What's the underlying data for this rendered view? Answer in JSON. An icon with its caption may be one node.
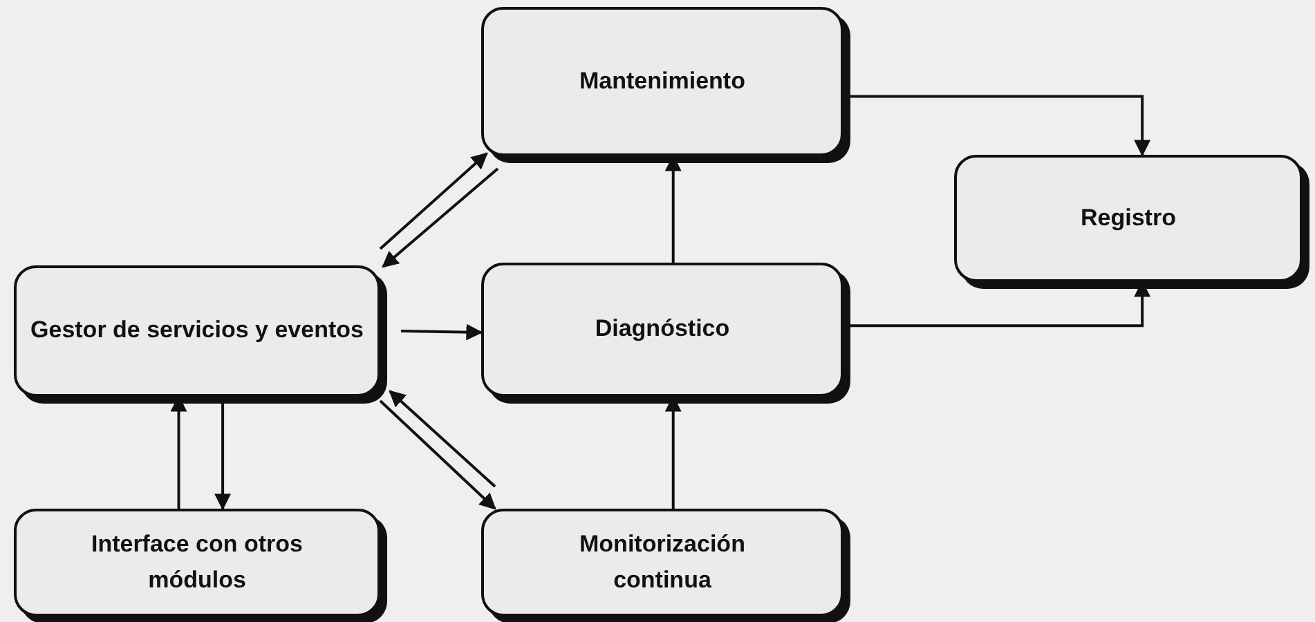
{
  "diagram": {
    "nodes": [
      {
        "text": [
          "Mantenimiento"
        ]
      },
      {
        "text": [
          "Registro"
        ]
      },
      {
        "text": [
          "Gestor de servicios y eventos"
        ]
      },
      {
        "text": [
          "Diagnóstico"
        ]
      },
      {
        "text": [
          "Interface con otros módulos"
        ]
      },
      {
        "text": [
          "Monitorización continua"
        ]
      }
    ],
    "edges": [
      {
        "from": 0,
        "to": 1,
        "arrow": "to"
      },
      {
        "from": 3,
        "to": 1,
        "arrow": "to"
      },
      {
        "from": 3,
        "to": 0,
        "arrow": "to"
      },
      {
        "from": 5,
        "to": 3,
        "arrow": "to"
      },
      {
        "from": 2,
        "to": 3,
        "arrow": "to"
      },
      {
        "from": 2,
        "to": 0,
        "arrow": "to"
      },
      {
        "from": 0,
        "to": 2,
        "arrow": "to"
      },
      {
        "from": 2,
        "to": 5,
        "arrow": "to"
      },
      {
        "from": 5,
        "to": 2,
        "arrow": "to"
      },
      {
        "from": 4,
        "to": 2,
        "arrow": "to"
      },
      {
        "from": 2,
        "to": 4,
        "arrow": "to"
      }
    ]
  }
}
